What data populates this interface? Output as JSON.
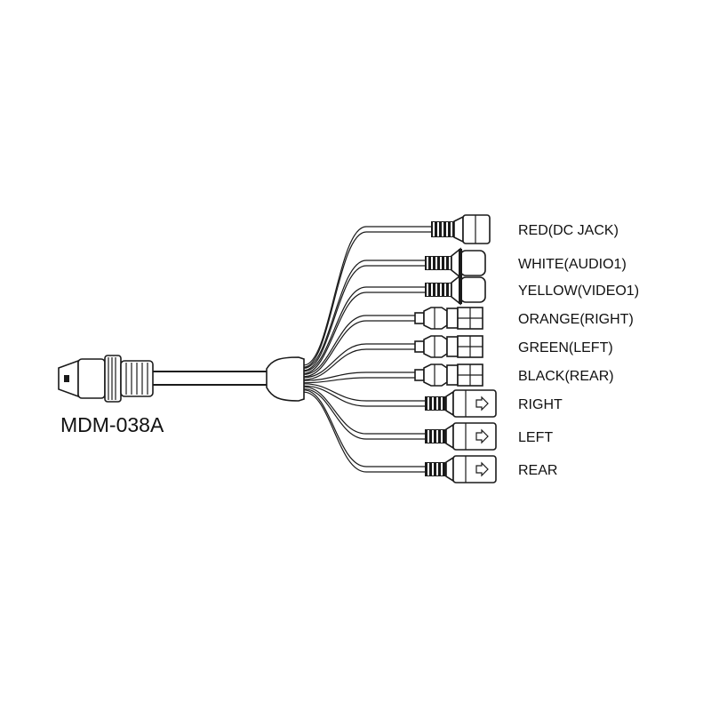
{
  "model": "MDM-038A",
  "connectors": [
    {
      "label": "RED(DC JACK)",
      "type": "dc-jack"
    },
    {
      "label": "WHITE(AUDIO1)",
      "type": "rca-female"
    },
    {
      "label": "YELLOW(VIDEO1)",
      "type": "rca-female"
    },
    {
      "label": "ORANGE(RIGHT)",
      "type": "rca-male"
    },
    {
      "label": "GREEN(LEFT)",
      "type": "rca-male"
    },
    {
      "label": "BLACK(REAR)",
      "type": "rca-male"
    },
    {
      "label": "RIGHT",
      "type": "mini-din"
    },
    {
      "label": "LEFT",
      "type": "mini-din"
    },
    {
      "label": "REAR",
      "type": "mini-din"
    }
  ]
}
